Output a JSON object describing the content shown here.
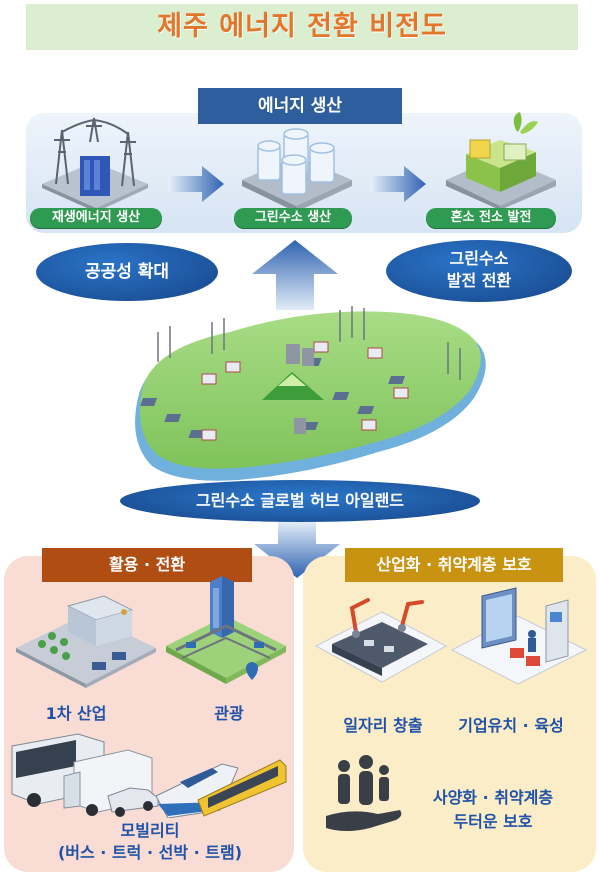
{
  "title": "제주 에너지 전환 비전도",
  "energy_production": {
    "header": "에너지 생산",
    "steps": [
      {
        "label": "재생에너지 생산"
      },
      {
        "label": "그린수소 생산"
      },
      {
        "label": "혼소 전소 발전"
      }
    ]
  },
  "ovals": {
    "left": "공공성 확대",
    "right_line1": "그린수소",
    "right_line2": "발전 전환"
  },
  "island": {
    "label": "그린수소 글로벌 허브 아일랜드"
  },
  "utilization": {
    "header": "활용 · 전환",
    "items": [
      {
        "label": "1차 산업"
      },
      {
        "label": "관광"
      }
    ],
    "mobility_line1": "모빌리티",
    "mobility_line2": "(버스 · 트럭 · 선박 · 트램)"
  },
  "protection": {
    "header": "산업화 · 취약계층 보호",
    "items": [
      {
        "label": "일자리 창출"
      },
      {
        "label": "기업유치 · 육성"
      }
    ],
    "care_line1": "사양화 · 취약계층",
    "care_line2": "두터운 보호"
  },
  "colors": {
    "title_text": "#e4762c",
    "title_bg": "#dceed0",
    "production_header": "#2e5e9e",
    "step_label": "#2f9a52",
    "oval": "#1f5aa8",
    "utilization_header": "#b04d13",
    "protection_header": "#c99312",
    "blue_text": "#1f52a8"
  }
}
